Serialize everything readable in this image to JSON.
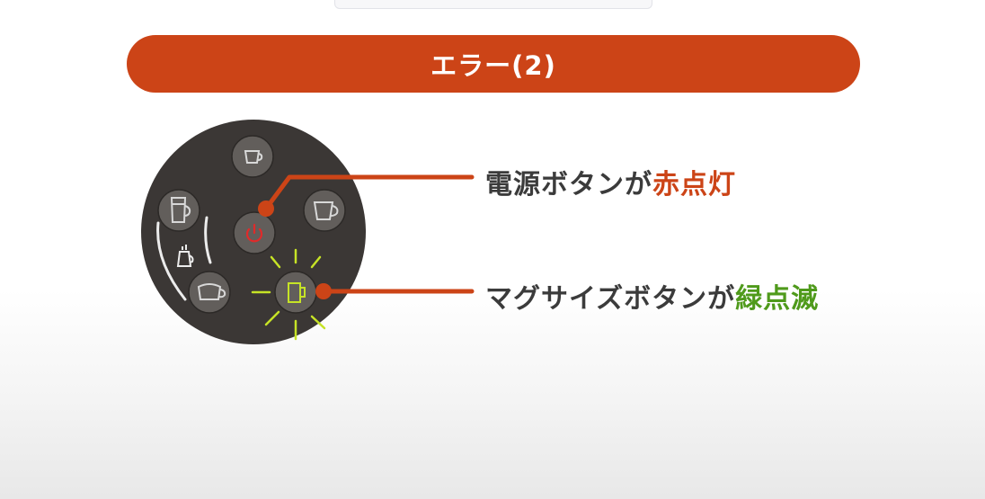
{
  "title": "エラー(2)",
  "colors": {
    "banner": "#cc4417",
    "panel": "#3b3735",
    "button": "#625e5b",
    "icon": "#d8d8d8",
    "power_led": "#e02a2a",
    "mug_led": "#c6e326",
    "leader_line": "#cc4417",
    "label_text": "#3b3b3b",
    "highlight_red": "#cc4417",
    "highlight_green": "#4f9a1b"
  },
  "panel": {
    "buttons": [
      {
        "id": "small-cup",
        "icon": "small-cup-icon"
      },
      {
        "id": "tall-glass",
        "icon": "tall-glass-icon"
      },
      {
        "id": "power",
        "icon": "power-icon",
        "state": "red-on"
      },
      {
        "id": "medium-cup",
        "icon": "medium-cup-icon"
      },
      {
        "id": "wide-cup",
        "icon": "wide-cup-icon"
      },
      {
        "id": "mug",
        "icon": "mug-icon",
        "state": "green-blinking"
      }
    ],
    "indicator_icon": "pot-icon"
  },
  "labels": {
    "power": {
      "prefix": "電源ボタンが",
      "highlight": "赤点灯"
    },
    "mug": {
      "prefix": "マグサイズボタンが",
      "highlight": "緑点滅"
    }
  }
}
